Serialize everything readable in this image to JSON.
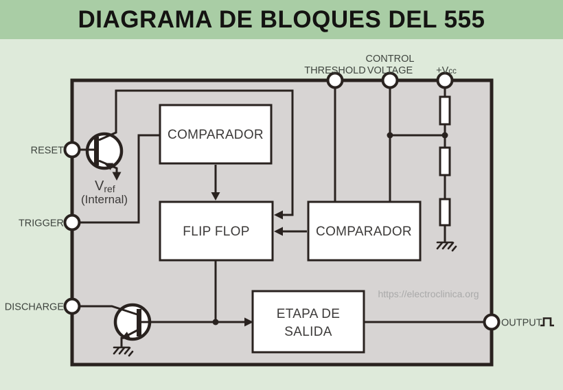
{
  "title": "DIAGRAMA DE BLOQUES DEL 555",
  "watermark": "https://electroclinica.org",
  "colors": {
    "header_band": "#a9cda5",
    "page_bg": "#deeada",
    "diagram_bg": "#d7d4d3",
    "line": "#29221f",
    "box_fill": "#ffffff",
    "label_text": "#3e443e",
    "block_text": "#3c3a39",
    "watermark_text": "#a9a9a9",
    "title_text": "#141312"
  },
  "pins": {
    "reset": "RESET",
    "trigger": "TRIGGER",
    "discharge": "DISCHARGE",
    "threshold": "THRESHOLD",
    "control_line1": "CONTROL",
    "control_line2": "VOLTAGE",
    "vcc_prefix": "+V",
    "vcc_sub": "cc",
    "output": "OUTPUT"
  },
  "blocks": {
    "comparator_top": "COMPARADOR",
    "flip_flop": "FLIP FLOP",
    "comparator_right": "COMPARADOR",
    "output_stage_line1": "ETAPA DE",
    "output_stage_line2": "SALIDA"
  },
  "annotations": {
    "vref_main": "V",
    "vref_sub": "ref",
    "vref_internal": "(Internal)"
  }
}
